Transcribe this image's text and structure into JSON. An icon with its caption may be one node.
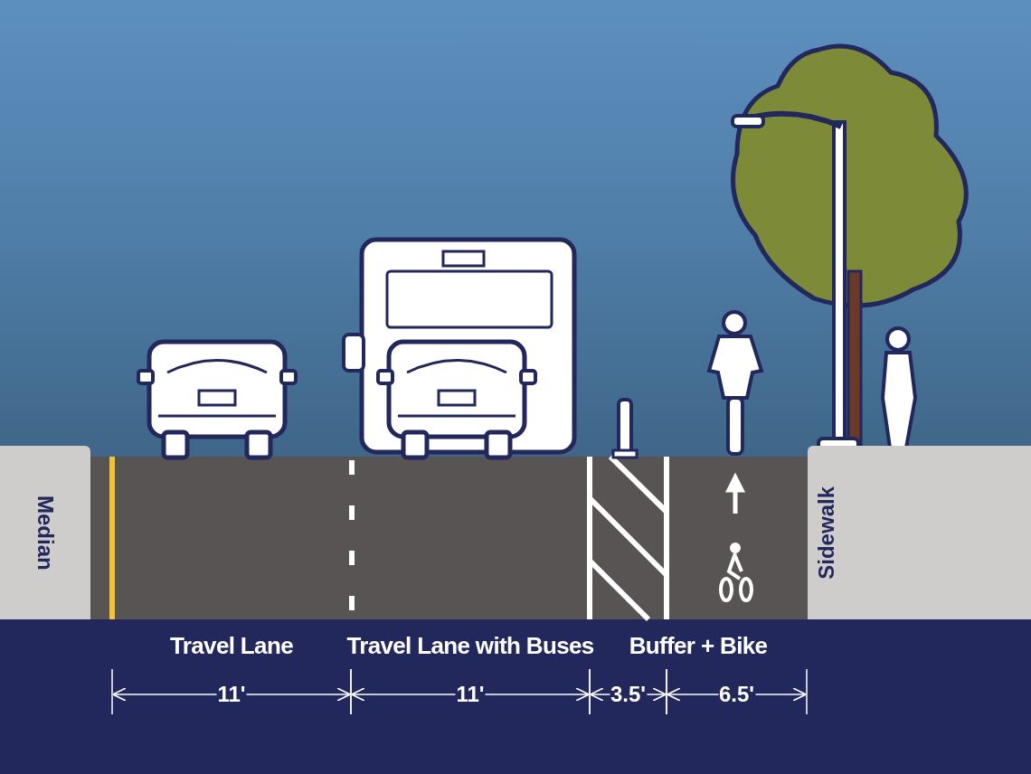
{
  "diagram": {
    "nodes": [
      {
        "text": [
          "Median"
        ]
      },
      {
        "text": [
          "Sidewalk"
        ]
      }
    ],
    "labels": [
      "Travel Lane",
      "Travel Lane with Buses",
      "Buffer + Bike",
      "11'",
      "11'",
      "3.5'",
      "6.5'"
    ]
  }
}
